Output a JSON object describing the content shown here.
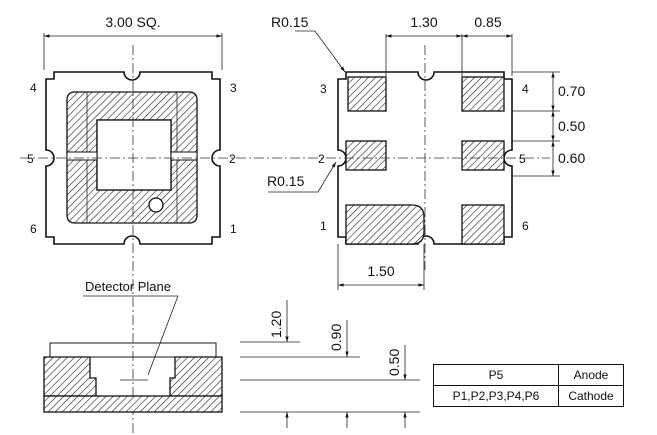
{
  "dimensions": {
    "top_width": "3.00 SQ.",
    "pad_spacing_x": "1.30",
    "pad_width_x": "0.85",
    "corner_radius_top": "R0.15",
    "corner_radius_mid": "R0.15",
    "pad_height_top": "0.70",
    "pad_gap": "0.50",
    "pad_height_mid": "0.60",
    "large_pad_width": "1.50",
    "detector_depth": "1.20",
    "cavity_depth": "0.90",
    "height_total": "0.50"
  },
  "pins_top_view": {
    "p1": "1",
    "p2": "2",
    "p3": "3",
    "p4": "4",
    "p5": "5",
    "p6": "6"
  },
  "pins_bottom_view": {
    "p1": "1",
    "p2": "2",
    "p3": "3",
    "p4": "4",
    "p5": "5",
    "p6": "6"
  },
  "labels": {
    "detector_plane": "Detector Plane"
  },
  "pin_table": {
    "rows": [
      {
        "pins": "P5",
        "function": "Anode"
      },
      {
        "pins": "P1,P2,P3,P4,P6",
        "function": "Cathode"
      }
    ]
  }
}
